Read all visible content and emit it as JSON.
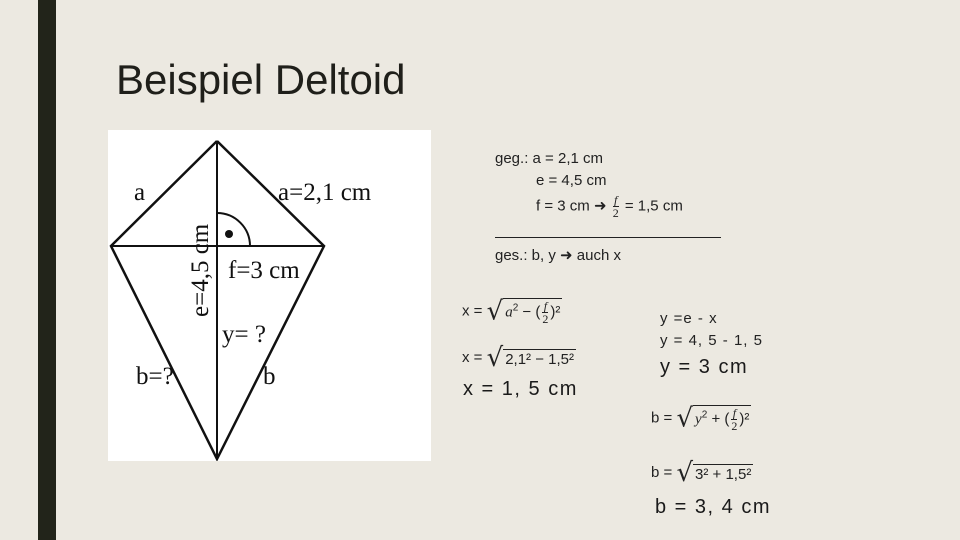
{
  "slide": {
    "title": "Beispiel Deltoid"
  },
  "figure": {
    "label_a_left": "a",
    "label_a_value": "a=2,1 cm",
    "label_e": "e=4,5 cm",
    "label_f": "f=3 cm",
    "label_y": "y= ?",
    "label_b_left": "b=?",
    "label_b_right": "b"
  },
  "given": {
    "geg_prefix": "geg.:",
    "a_line": "a = 2,1 cm",
    "e_line": "e = 4,5 cm",
    "f_line_start": "f = 3 cm",
    "f_line_frac_num": "f",
    "f_line_frac_den": "2",
    "f_line_end": "= 1,5 cm",
    "ges_start": "ges.: b, y",
    "ges_end": "auch x"
  },
  "x_calc": {
    "formula_prefix": "x =",
    "formula_a2": "a",
    "formula_minus": "− (",
    "formula_frac_num": "f",
    "formula_frac_den": "2",
    "formula_tail": ")²",
    "numeric_prefix": "x =",
    "numeric_radicand": "2,1² − 1,5²",
    "result": "x = 1, 5 cm"
  },
  "y_calc": {
    "step1": "y =e - x",
    "step2": "y = 4, 5 - 1, 5",
    "result": "y = 3 cm"
  },
  "b_calc": {
    "formula_prefix": "b =",
    "formula_y2": "y",
    "formula_plus": "+ (",
    "formula_frac_num": "f",
    "formula_frac_den": "2",
    "formula_tail": ")²",
    "numeric_prefix": "b =",
    "numeric_radicand": "3² + 1,5²",
    "result": "b = 3, 4 cm"
  },
  "colors": {
    "background": "#ece9e1",
    "sidebar": "#22241a",
    "text": "#1e1e1e"
  }
}
